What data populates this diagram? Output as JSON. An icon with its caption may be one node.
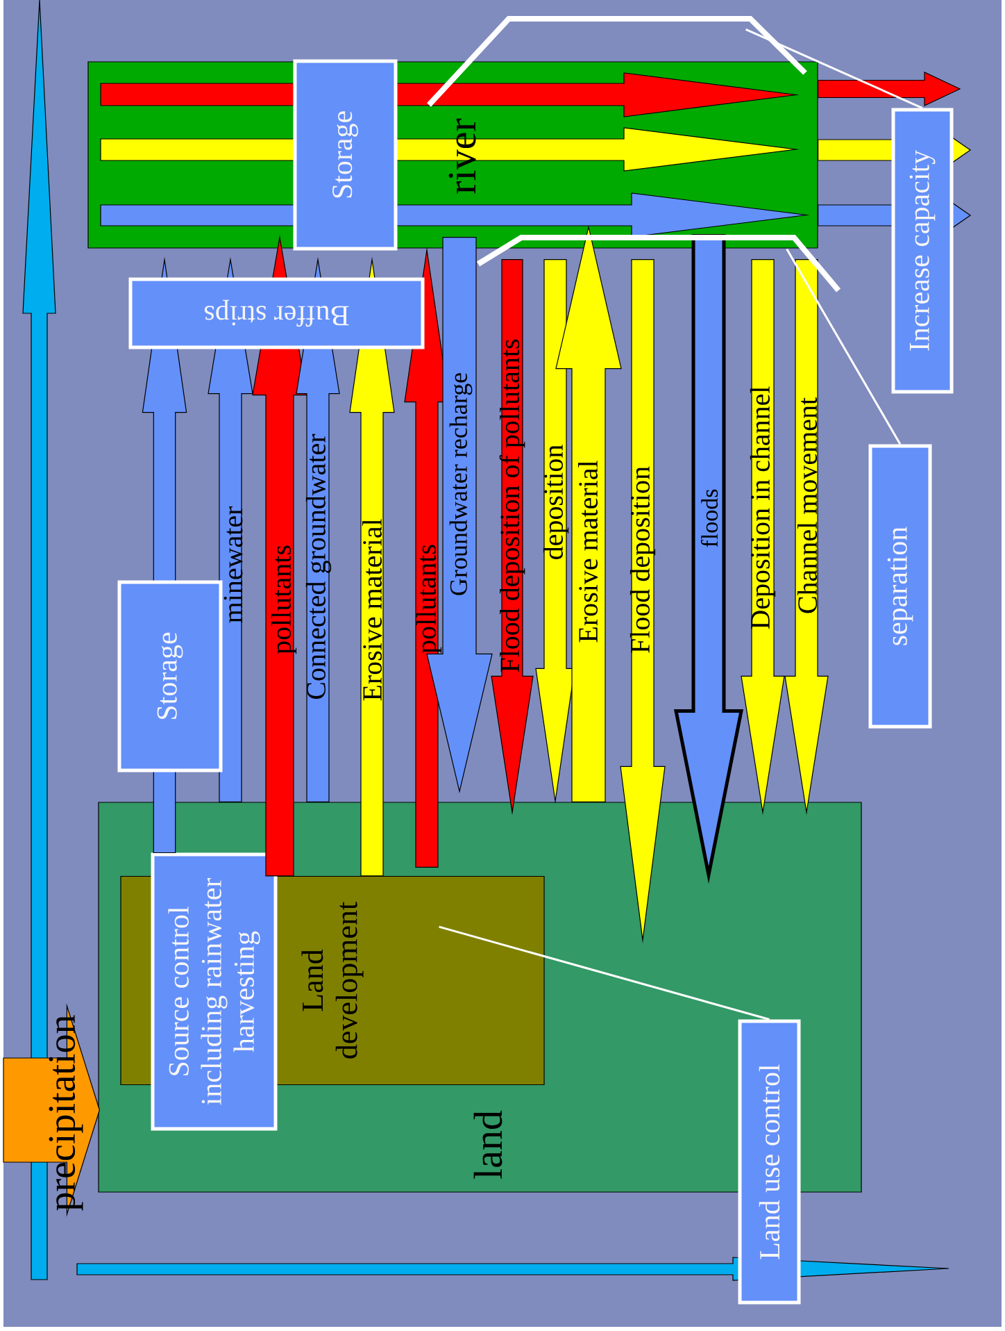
{
  "diagram": {
    "nodes": [
      {
        "text": [
          "river"
        ]
      },
      {
        "text": [
          "Storage"
        ],
        "in": 0
      },
      {
        "text": [
          "Buffer strips"
        ]
      },
      {
        "text": [
          "Increase capacity"
        ]
      },
      {
        "text": [
          "Storage"
        ]
      },
      {
        "text": [
          "separation"
        ]
      },
      {
        "text": [
          "land"
        ]
      },
      {
        "text": [
          "Land development"
        ],
        "in": 6
      },
      {
        "text": [
          "Source control including rainwater harvesting"
        ],
        "in": 6
      },
      {
        "text": [
          "Land use control"
        ]
      }
    ],
    "edges": [
      {
        "from": 8,
        "to": 0,
        "arrow": "to",
        "color": "#6490fa"
      },
      {
        "from": 6,
        "to": 0,
        "arrow": "to",
        "label": "minewater",
        "color": "#6490fa"
      },
      {
        "from": 7,
        "to": 0,
        "arrow": "to",
        "label": "pollutants",
        "color": "#ff0000"
      },
      {
        "from": 6,
        "to": 0,
        "arrow": "to",
        "label": "Connected groundwater",
        "color": "#6490fa"
      },
      {
        "from": 7,
        "to": 0,
        "arrow": "to",
        "label": "Erosive material",
        "color": "#ffff00"
      },
      {
        "from": 6,
        "to": 0,
        "arrow": "to",
        "label": "pollutants",
        "color": "#ff0000"
      },
      {
        "from": 0,
        "to": 6,
        "arrow": "to",
        "label": "Groundwater recharge",
        "color": "#6490fa"
      },
      {
        "from": 0,
        "to": 6,
        "arrow": "to",
        "label": "Flood deposition of pollutants",
        "color": "#ff0000"
      },
      {
        "from": 0,
        "to": 6,
        "arrow": "to",
        "label": "deposition",
        "color": "#ffff00"
      },
      {
        "from": 6,
        "to": 0,
        "arrow": "to",
        "label": "Erosive material",
        "color": "#ffff00"
      },
      {
        "from": 0,
        "to": 6,
        "arrow": "to",
        "label": "Flood deposition",
        "color": "#ffff00"
      },
      {
        "from": 0,
        "to": 6,
        "arrow": "to",
        "label": "floods",
        "style": "thick",
        "color": "#6490fa"
      },
      {
        "from": 0,
        "to": 6,
        "arrow": "to",
        "label": "Deposition in channel",
        "color": "#ffff00"
      },
      {
        "from": 0,
        "to": 6,
        "arrow": "to",
        "label": "Channel movement",
        "color": "#ffff00"
      },
      {
        "from": 0,
        "to": null,
        "arrow": "to",
        "color": "#ff0000"
      },
      {
        "from": 0,
        "to": null,
        "arrow": "to",
        "color": "#ffff00"
      },
      {
        "from": 0,
        "to": null,
        "arrow": "to",
        "color": "#6490fa"
      },
      {
        "from": null,
        "to": 6,
        "arrow": "to",
        "label": "precipitation",
        "color": "#ff9900"
      },
      {
        "from": 3,
        "to": 0,
        "arrow": "none",
        "color": "#ffffff"
      },
      {
        "from": 5,
        "to": 0,
        "arrow": "none",
        "color": "#ffffff"
      },
      {
        "from": 9,
        "to": 7,
        "arrow": "none",
        "color": "#ffffff"
      }
    ]
  }
}
